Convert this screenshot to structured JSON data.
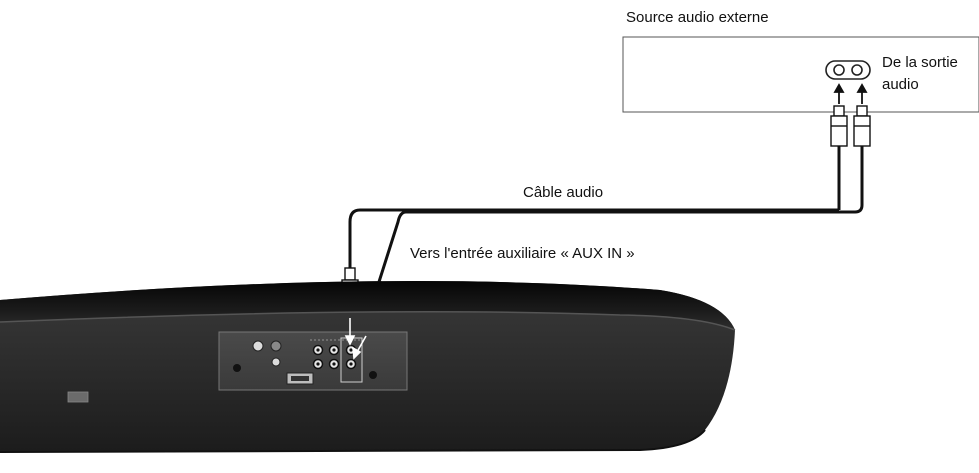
{
  "labels": {
    "external_source": "Source audio externe",
    "output_line1": "De la sortie",
    "output_line2": "audio",
    "cable": "Câble audio",
    "aux_input": "Vers l'entrée auxiliaire « AUX IN »"
  },
  "colors": {
    "cable": "#111111",
    "device_body": "#2b2b2b",
    "device_top": "#1a1a1a",
    "panel": "#444444",
    "outline": "#555555"
  }
}
